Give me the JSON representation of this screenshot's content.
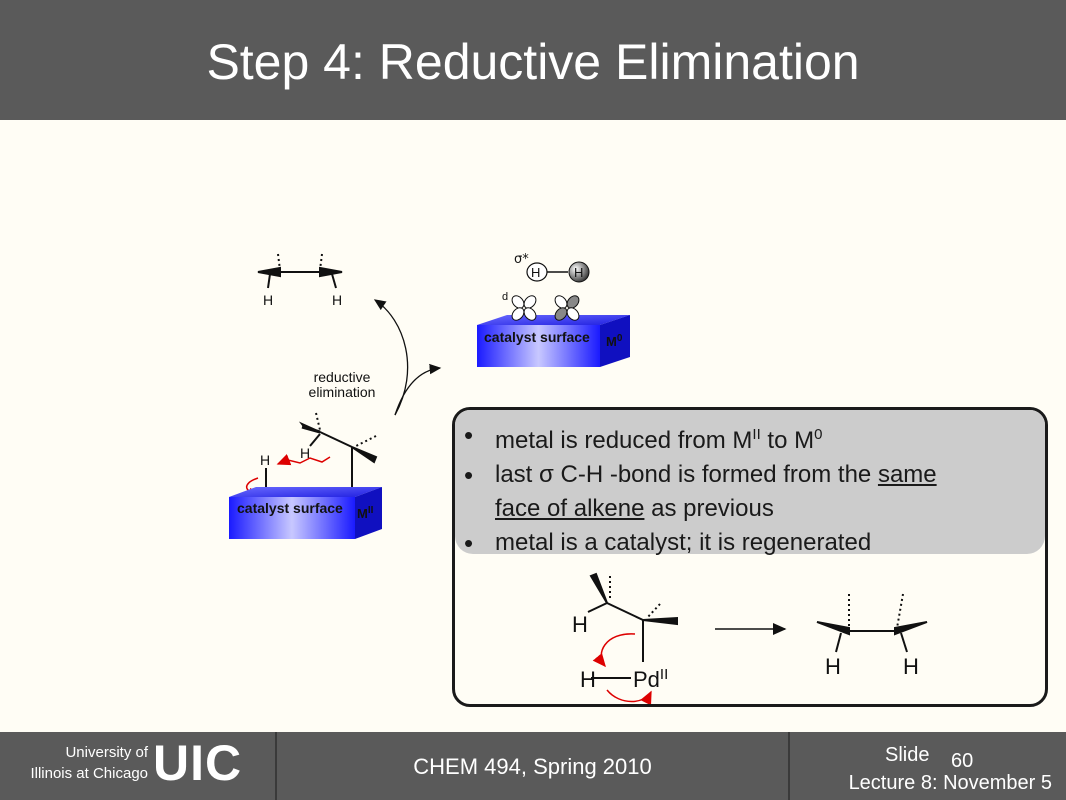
{
  "slide": {
    "title": "Step 4: Reductive Elimination"
  },
  "diagram": {
    "catalyst_label_top": "catalyst surface",
    "metal_top": "M",
    "metal_top_sup": "0",
    "catalyst_label_bottom": "catalyst surface",
    "metal_bottom": "M",
    "metal_bottom_sup": "II",
    "sigma_star": "σ*",
    "d_label": "d",
    "h_label": "H",
    "reductive_line1": "reductive",
    "reductive_line2": "elimination"
  },
  "bullets": {
    "b1_pre": "metal is reduced from M",
    "b1_sup1": "II",
    "b1_mid": " to M",
    "b1_sup2": "0",
    "b2_pre": "last σ C-H -bond is formed from the ",
    "b2_u1": "same",
    "b2_u2": "face of alkene",
    "b2_post": " as previous",
    "b3": "metal is a catalyst; it is regenerated"
  },
  "scheme": {
    "h_label": "H",
    "pd": "Pd",
    "pd_sup": "II"
  },
  "footer": {
    "uni_line1": "University of",
    "uni_line2": "Illinois at Chicago",
    "logo": "UIC",
    "course": "CHEM 494, Spring 2010",
    "slide_label": "Slide",
    "slide_number": "60",
    "lecture": "Lecture 8:  November 5"
  }
}
